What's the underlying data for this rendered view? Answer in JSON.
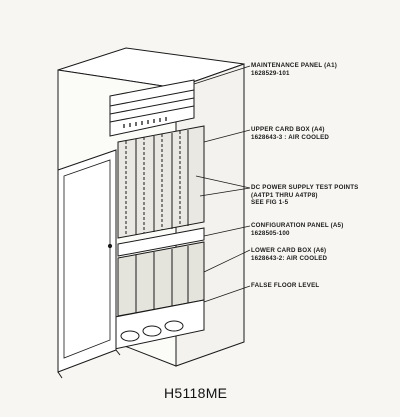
{
  "labels": [
    {
      "lines": [
        "MAINTENANCE PANEL (A1)",
        "1628529-101"
      ]
    },
    {
      "lines": [
        "UPPER CARD BOX (A4)",
        "1628643-3 : AIR COOLED"
      ]
    },
    {
      "lines": [
        "DC POWER SUPPLY TEST POINTS",
        "(A4TP1 THRU A4TP8)",
        "SEE FIG 1-5"
      ]
    },
    {
      "lines": [
        "CONFIGURATION PANEL (A5)",
        "1628505-100"
      ]
    },
    {
      "lines": [
        "LOWER CARD BOX (A6)",
        "1628643-2: AIR COOLED"
      ]
    },
    {
      "lines": [
        "FALSE FLOOR LEVEL"
      ]
    }
  ],
  "caption": "H5118ME"
}
